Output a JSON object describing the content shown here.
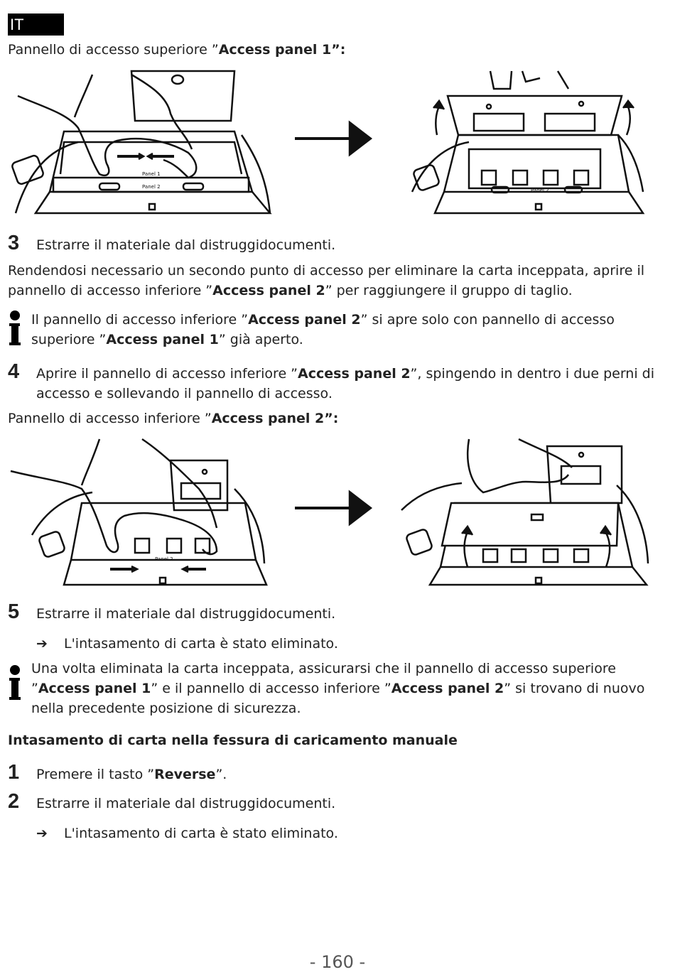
{
  "lang_badge": "IT",
  "caption_top": {
    "pre": "Pannello di accesso superiore ”",
    "bold": "Access panel 1",
    "post": "”:"
  },
  "figure_top": {
    "panel1_label": "Panel 1",
    "panel2_label": "Panel 2"
  },
  "step3": {
    "num": "3",
    "text": "Estrarre il materiale dal distruggidocumenti."
  },
  "para_access": {
    "pre": "Rendendosi necessario un secondo punto di accesso per eliminare la carta inceppata, aprire il pannello di accesso inferiore ”",
    "bold": "Access panel 2",
    "post": "” per raggiungere il gruppo di taglio."
  },
  "info1": {
    "pre": "Il pannello di accesso inferiore ”",
    "bold1": "Access panel 2",
    "mid": "” si apre solo con pannello di accesso superiore ”",
    "bold2": "Access panel 1",
    "post": "” già aperto."
  },
  "step4": {
    "num": "4",
    "pre": "Aprire il pannello di accesso inferiore ”",
    "bold": "Access panel 2",
    "post": "”, spingendo in dentro i due perni di accesso e sollevando il pannello di accesso."
  },
  "caption_bottom": {
    "pre": "Pannello di accesso inferiore ”",
    "bold": "Access panel 2",
    "post": "”:"
  },
  "figure_bottom": {
    "panel2_label": "Panel 2"
  },
  "step5": {
    "num": "5",
    "text": "Estrarre il materiale dal distruggidocumenti."
  },
  "result1": {
    "arrow": "➔",
    "text": "L'intasamento di carta è stato eliminato."
  },
  "info2": {
    "pre": "Una volta eliminata la carta inceppata, assicurarsi che il pannello di accesso superiore ”",
    "bold1": "Access panel 1",
    "mid": "” e il pannello di accesso inferiore ”",
    "bold2": "Access panel 2",
    "post": "” si trovano di nuovo nella precedente posizione di sicurezza."
  },
  "section_heading": "Intasamento di carta nella fessura di caricamento manuale",
  "step1": {
    "num": "1",
    "pre": "Premere il tasto ”",
    "bold": "Reverse",
    "post": "”."
  },
  "step2": {
    "num": "2",
    "text": "Estrarre il materiale dal distruggidocumenti."
  },
  "result2": {
    "arrow": "➔",
    "text": "L'intasamento di carta è stato eliminato."
  },
  "page_number": "- 160 -",
  "icons": {
    "info": "info-icon",
    "arrow": "right-arrow-icon"
  },
  "colors": {
    "text": "#222222",
    "badge_bg": "#000000",
    "badge_fg": "#ffffff"
  }
}
